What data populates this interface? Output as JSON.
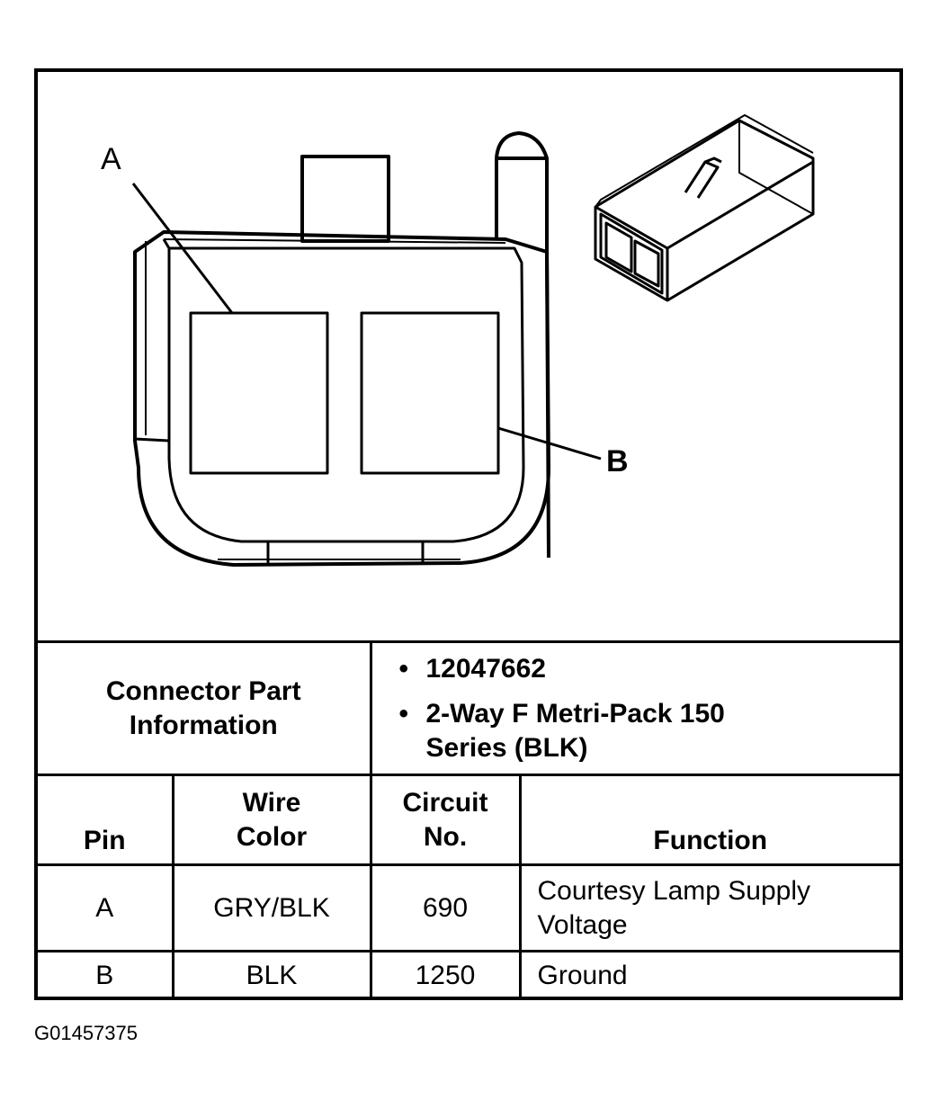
{
  "diagram": {
    "callouts": {
      "a": "A",
      "b": "B"
    }
  },
  "table": {
    "connector_part_info_label": "Connector Part Information",
    "part_info": [
      "12047662",
      "2-Way F Metri-Pack 150 Series (BLK)"
    ],
    "headers": {
      "pin": "Pin",
      "wire_color": "Wire Color",
      "circuit_no": "Circuit No.",
      "function": "Function"
    },
    "rows": [
      {
        "pin": "A",
        "wire_color": "GRY/BLK",
        "circuit_no": "690",
        "function": "Courtesy Lamp Supply Voltage"
      },
      {
        "pin": "B",
        "wire_color": "BLK",
        "circuit_no": "1250",
        "function": "Ground"
      }
    ]
  },
  "figure_id": "G01457375"
}
